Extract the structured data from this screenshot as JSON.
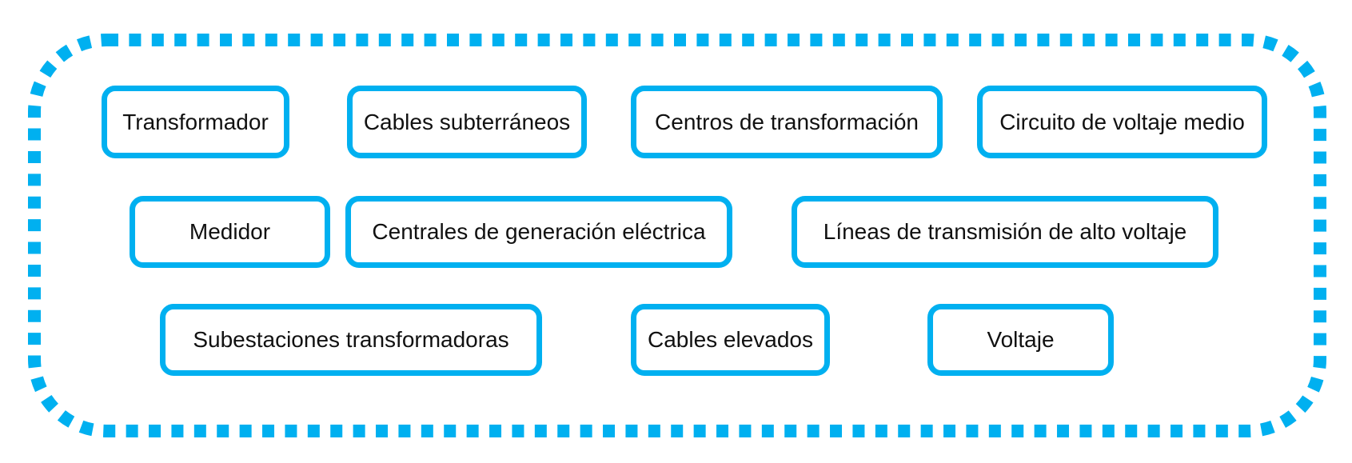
{
  "colors": {
    "accent": "#00B0F0",
    "text": "#111111",
    "background": "#FFFFFF"
  },
  "diagram": {
    "container_shape": "dashed-rounded-rectangle",
    "rows": [
      {
        "boxes": [
          {
            "label": "Transformador"
          },
          {
            "label": "Cables subterráneos"
          },
          {
            "label": "Centros de transformación"
          },
          {
            "label": "Circuito de voltaje medio"
          }
        ]
      },
      {
        "boxes": [
          {
            "label": "Medidor"
          },
          {
            "label": "Centrales de generación eléctrica"
          },
          {
            "label": "Líneas de transmisión de alto voltaje"
          }
        ]
      },
      {
        "boxes": [
          {
            "label": "Subestaciones transformadoras"
          },
          {
            "label": "Cables elevados"
          },
          {
            "label": "Voltaje"
          }
        ]
      }
    ]
  }
}
